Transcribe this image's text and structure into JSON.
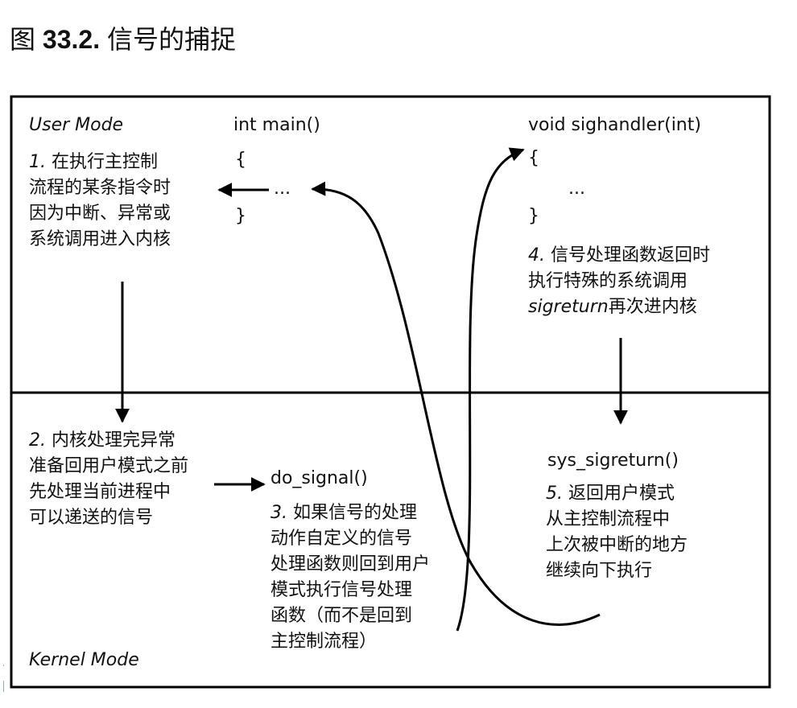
{
  "caption": {
    "prefix": "图 ",
    "number": "33.2.",
    "title": " 信号的捕捉"
  },
  "user_mode": {
    "label": "User Mode",
    "step1": {
      "num": "1.",
      "lines": [
        "在执行主控制",
        "流程的某条指令时",
        "因为中断、异常或",
        "系统调用进入内核"
      ]
    },
    "main_code": {
      "signature": "int main()",
      "open": "{",
      "body": "...",
      "close": "}"
    },
    "handler_code": {
      "signature": "void sighandler(int)",
      "open": "{",
      "body": "...",
      "close": "}"
    },
    "step4": {
      "num": "4.",
      "lines": [
        "信号处理函数返回时",
        "执行特殊的系统调用"
      ],
      "func": "sigreturn",
      "tail": "再次进内核"
    }
  },
  "kernel_mode": {
    "label": "Kernel Mode",
    "step2": {
      "num": "2.",
      "lines": [
        "内核处理完异常",
        "准备回用户模式之前",
        "先处理当前进程中",
        "可以递送的信号"
      ]
    },
    "do_signal": "do_signal()",
    "step3": {
      "num": "3.",
      "lines": [
        "如果信号的处理",
        "动作自定义的信号",
        "处理函数则回到用户",
        "模式执行信号处理",
        "函数（而不是回到",
        "主控制流程）"
      ]
    },
    "sys_sigreturn": "sys_sigreturn()",
    "step5": {
      "num": "5.",
      "lines": [
        "返回用户模式",
        "从主控制流程中",
        "上次被中断的地方",
        "继续向下执行"
      ]
    }
  }
}
